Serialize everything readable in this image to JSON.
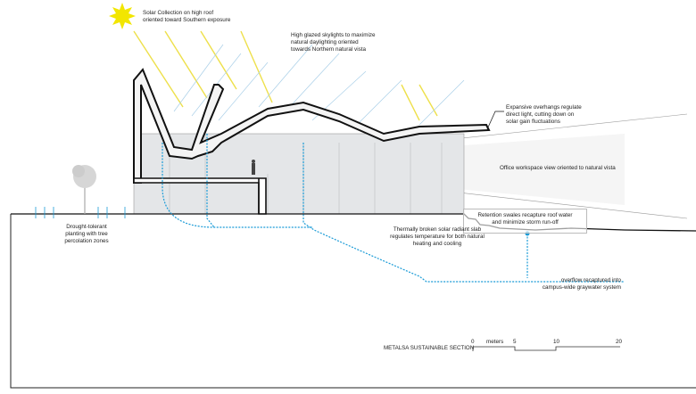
{
  "annotations": {
    "solar": [
      "Solar Collection on high roof",
      "oriented toward Southern exposure"
    ],
    "skylights": [
      "High glazed skylights to maximize",
      "natural daylighting oriented",
      "towards Northern natural vista"
    ],
    "overhangs": [
      "Expansive overhangs regulate",
      "direct light, cutting down on",
      "solar gain fluctuations"
    ],
    "office_view": "Office workspace view oriented to natural vista",
    "swales": [
      "Retention swales recapture roof water",
      "and minimize storm run-off"
    ],
    "slab": [
      "Thermally broken solar radiant slab",
      "regulates temperature for both natural",
      "heating  and cooling"
    ],
    "planting": [
      "Drought-tolerant",
      "planting with tree",
      "percolation zones"
    ],
    "overflow": [
      "overflow recaptured into",
      "campus-wide graywater system"
    ]
  },
  "title": "METALSA SUSTAINABLE SECTION",
  "scale": {
    "unit": "meters",
    "ticks": [
      "0",
      "5",
      "10",
      "20"
    ]
  },
  "colors": {
    "sun": "#f2e600",
    "sunray": "#eee04a",
    "skylight": "#a9cfe8",
    "water": "#1a9bd7",
    "outline": "#111111"
  }
}
